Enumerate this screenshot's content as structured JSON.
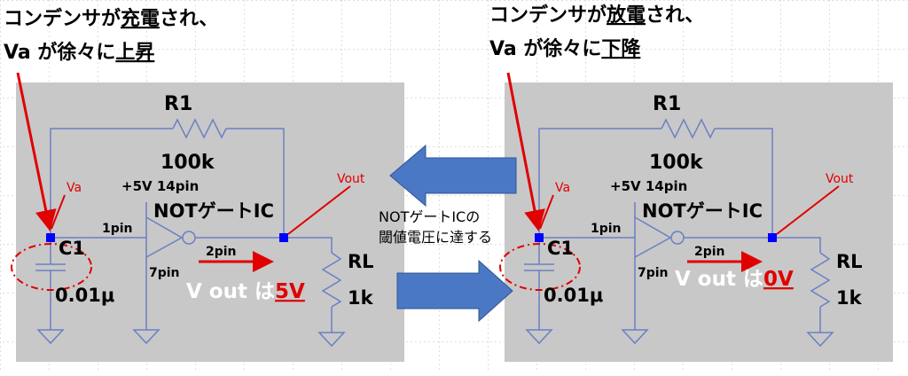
{
  "left_note": {
    "line1_pre": "コンデンサが",
    "line1_emph": "充電",
    "line1_post": "され、",
    "line2_pre": "Va が徐々に",
    "line2_emph": "上昇"
  },
  "right_note": {
    "line1_pre": "コンデンサが",
    "line1_emph": "放電",
    "line1_post": "され、",
    "line2_pre": "Va が徐々に",
    "line2_emph": "下降"
  },
  "middle_note": {
    "line1": "NOTゲートICの",
    "line2": "閾値電圧に達する"
  },
  "circuit_labels": {
    "r1": "R1",
    "r1_value": "100k",
    "supply": "+5V 14pin",
    "ic": "NOTゲートIC",
    "va": "Va",
    "vout": "Vout",
    "pin1": "1pin",
    "pin2": "2pin",
    "pin7": "7pin",
    "c1": "C1",
    "c1_value": "0.01μ",
    "rl": "RL",
    "rl_value": "1k"
  },
  "left_output": {
    "prefix": "V out は",
    "value": "5V"
  },
  "right_output": {
    "prefix": "V out は",
    "value": "0V"
  },
  "colors": {
    "panel": "#c8c8c8",
    "wire": "#6b7fc4",
    "accent_red": "#e00000",
    "arrow_blue": "#4a78c4",
    "node": "#0000ff"
  }
}
